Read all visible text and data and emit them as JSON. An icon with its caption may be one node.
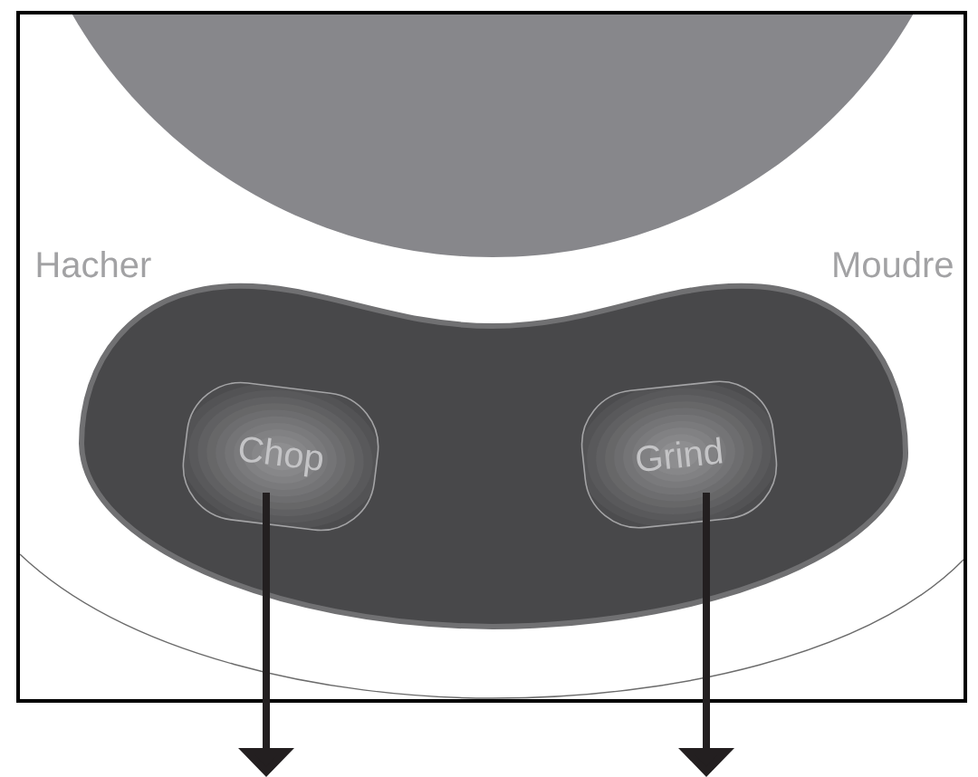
{
  "diagram": {
    "nodes": [
      {
        "text": [],
        "shape": "bean"
      },
      {
        "text": [
          "Chop"
        ],
        "in": 0
      },
      {
        "text": [
          "Grind"
        ],
        "in": 0
      }
    ],
    "edges": [
      {
        "from": 1,
        "to": null,
        "arrow": "to"
      },
      {
        "from": 2,
        "to": null,
        "arrow": "to"
      }
    ],
    "labels": [
      "Hacher",
      "Moudre"
    ]
  }
}
